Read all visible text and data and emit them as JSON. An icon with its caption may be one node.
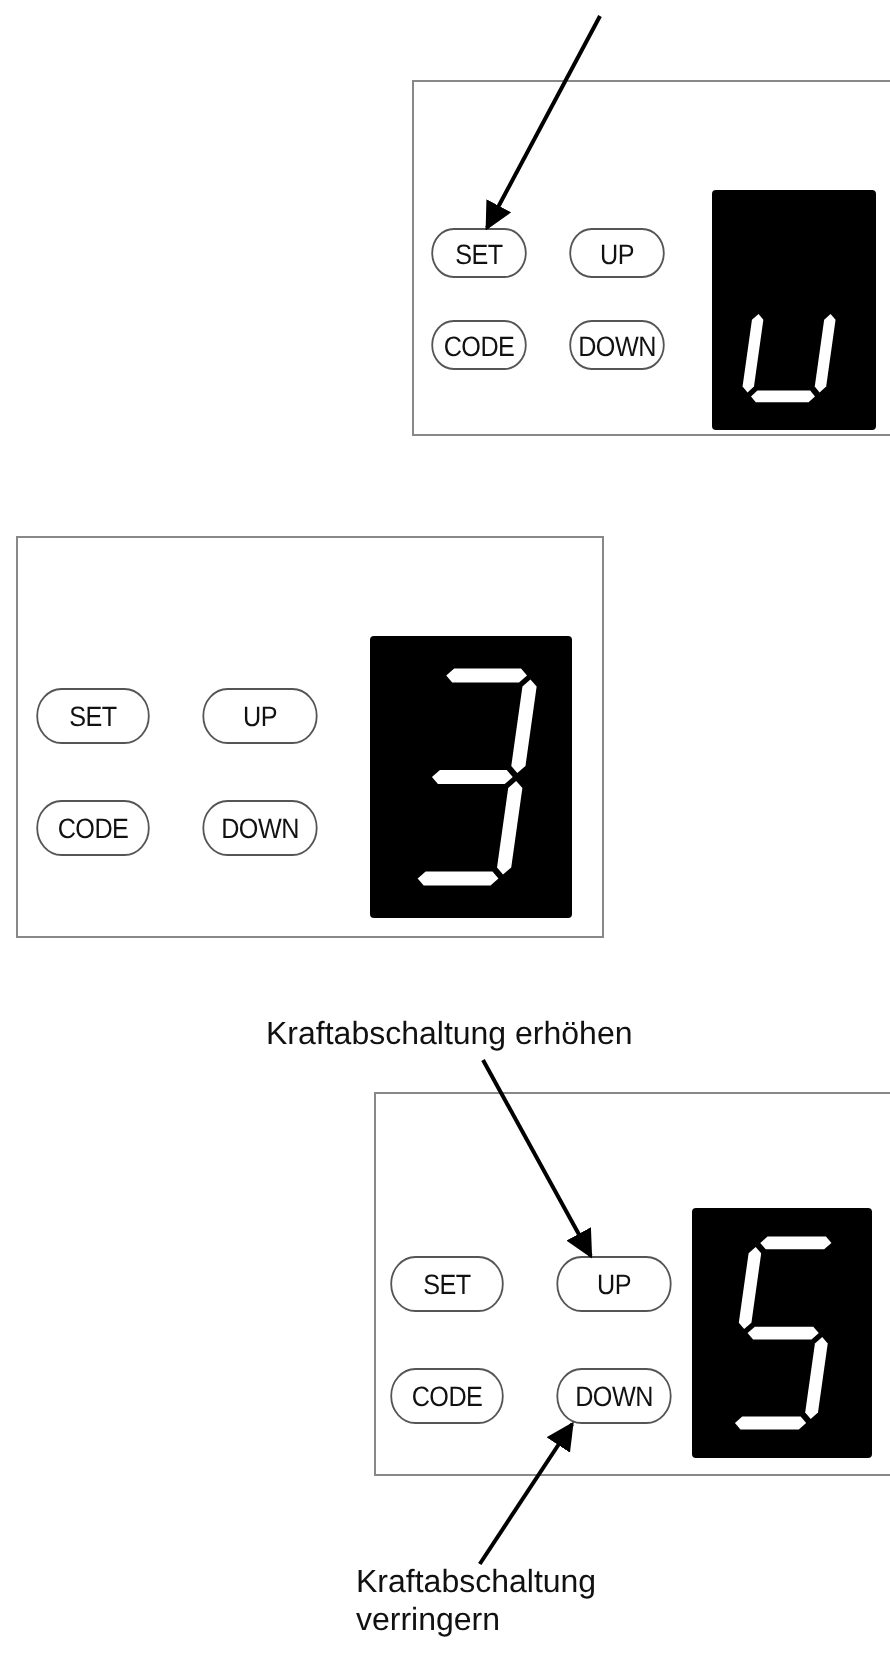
{
  "diagram": {
    "nodes": [
      {
        "text": [],
        "shape": "box"
      },
      {
        "text": [
          "SET"
        ],
        "in": 0
      },
      {
        "text": [
          "UP"
        ],
        "in": 0
      },
      {
        "text": [
          "CODE"
        ],
        "in": 0
      },
      {
        "text": [
          "DOWN"
        ],
        "in": 0
      },
      {
        "text": [],
        "shape": "box"
      },
      {
        "text": [
          "SET"
        ],
        "in": 5
      },
      {
        "text": [
          "UP"
        ],
        "in": 5
      },
      {
        "text": [
          "CODE"
        ],
        "in": 5
      },
      {
        "text": [
          "DOWN"
        ],
        "in": 5
      },
      {
        "text": [
          "Kraftabschaltung erhöhen"
        ]
      },
      {
        "text": [],
        "shape": "box"
      },
      {
        "text": [
          "SET"
        ],
        "in": 11
      },
      {
        "text": [
          "UP"
        ],
        "in": 11
      },
      {
        "text": [
          "CODE"
        ],
        "in": 11
      },
      {
        "text": [
          "DOWN"
        ],
        "in": 11
      },
      {
        "text": [
          "Kraftabschaltung verringern"
        ]
      }
    ],
    "edges": [
      {
        "from": null,
        "to": 1,
        "arrow": "to"
      },
      {
        "from": 10,
        "to": 13,
        "arrow": "to"
      },
      {
        "from": 16,
        "to": 15,
        "arrow": "to"
      }
    ]
  }
}
